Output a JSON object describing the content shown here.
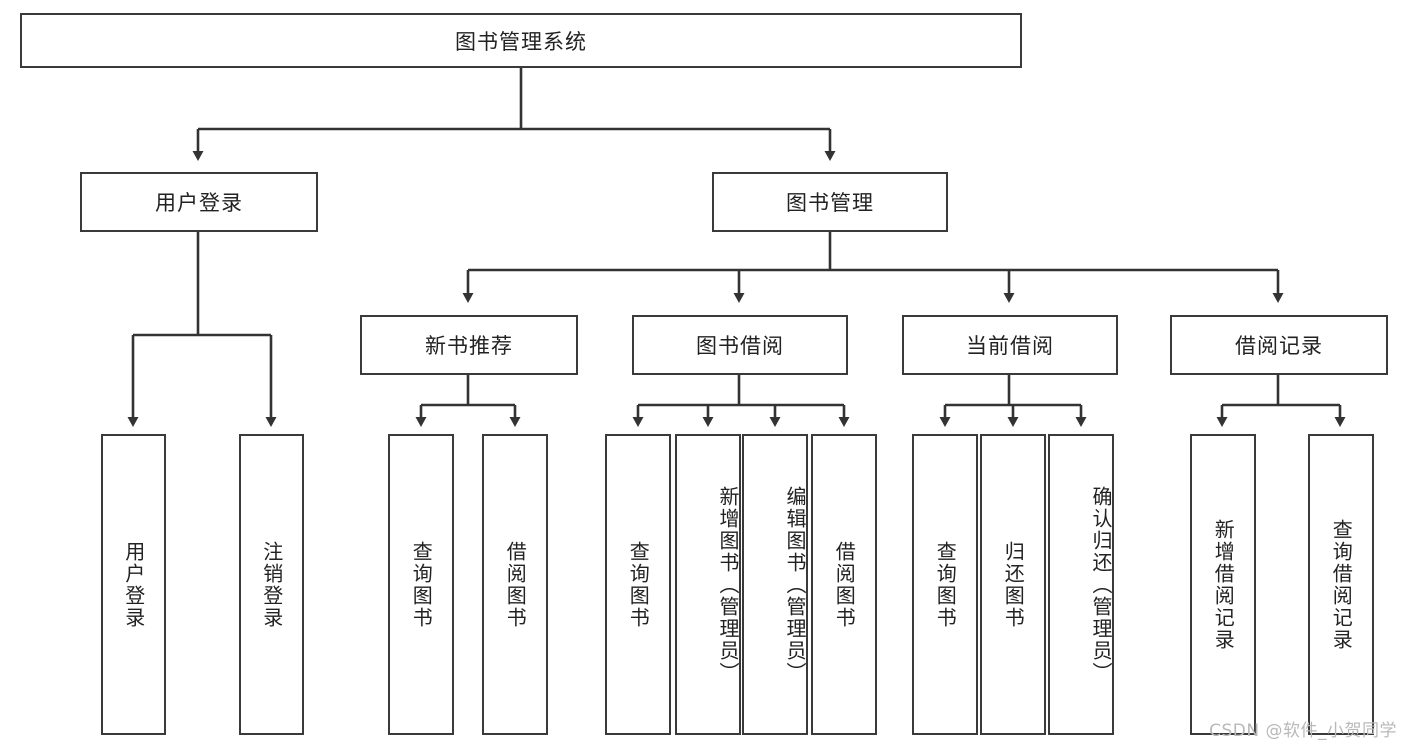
{
  "diagram": {
    "title": "图书管理系统",
    "type": "tree",
    "watermark": "CSDN @软件_小贺同学",
    "colors": {
      "box_border": "#3a3a3a",
      "box_fill": "#ffffff",
      "connector": "#333333",
      "text": "#222222",
      "watermark": "#b9b9b9"
    },
    "root": {
      "label": "图书管理系统"
    },
    "level2": [
      {
        "label": "用户登录"
      },
      {
        "label": "图书管理"
      }
    ],
    "level3": [
      {
        "label": "新书推荐"
      },
      {
        "label": "图书借阅"
      },
      {
        "label": "当前借阅"
      },
      {
        "label": "借阅记录"
      }
    ],
    "leaves": {
      "user_login": [
        {
          "label": "用户登录"
        },
        {
          "label": "注销登录"
        }
      ],
      "new_book_recommend": [
        {
          "label": "查询图书"
        },
        {
          "label": "借阅图书"
        }
      ],
      "book_borrow": [
        {
          "label": "查询图书"
        },
        {
          "label": "新增图书（管理员）"
        },
        {
          "label": "编辑图书（管理员）"
        },
        {
          "label": "借阅图书"
        }
      ],
      "current_borrow": [
        {
          "label": "查询图书"
        },
        {
          "label": "归还图书"
        },
        {
          "label": "确认归还（管理员）"
        }
      ],
      "borrow_record": [
        {
          "label": "新增借阅记录"
        },
        {
          "label": "查询借阅记录"
        }
      ]
    }
  }
}
